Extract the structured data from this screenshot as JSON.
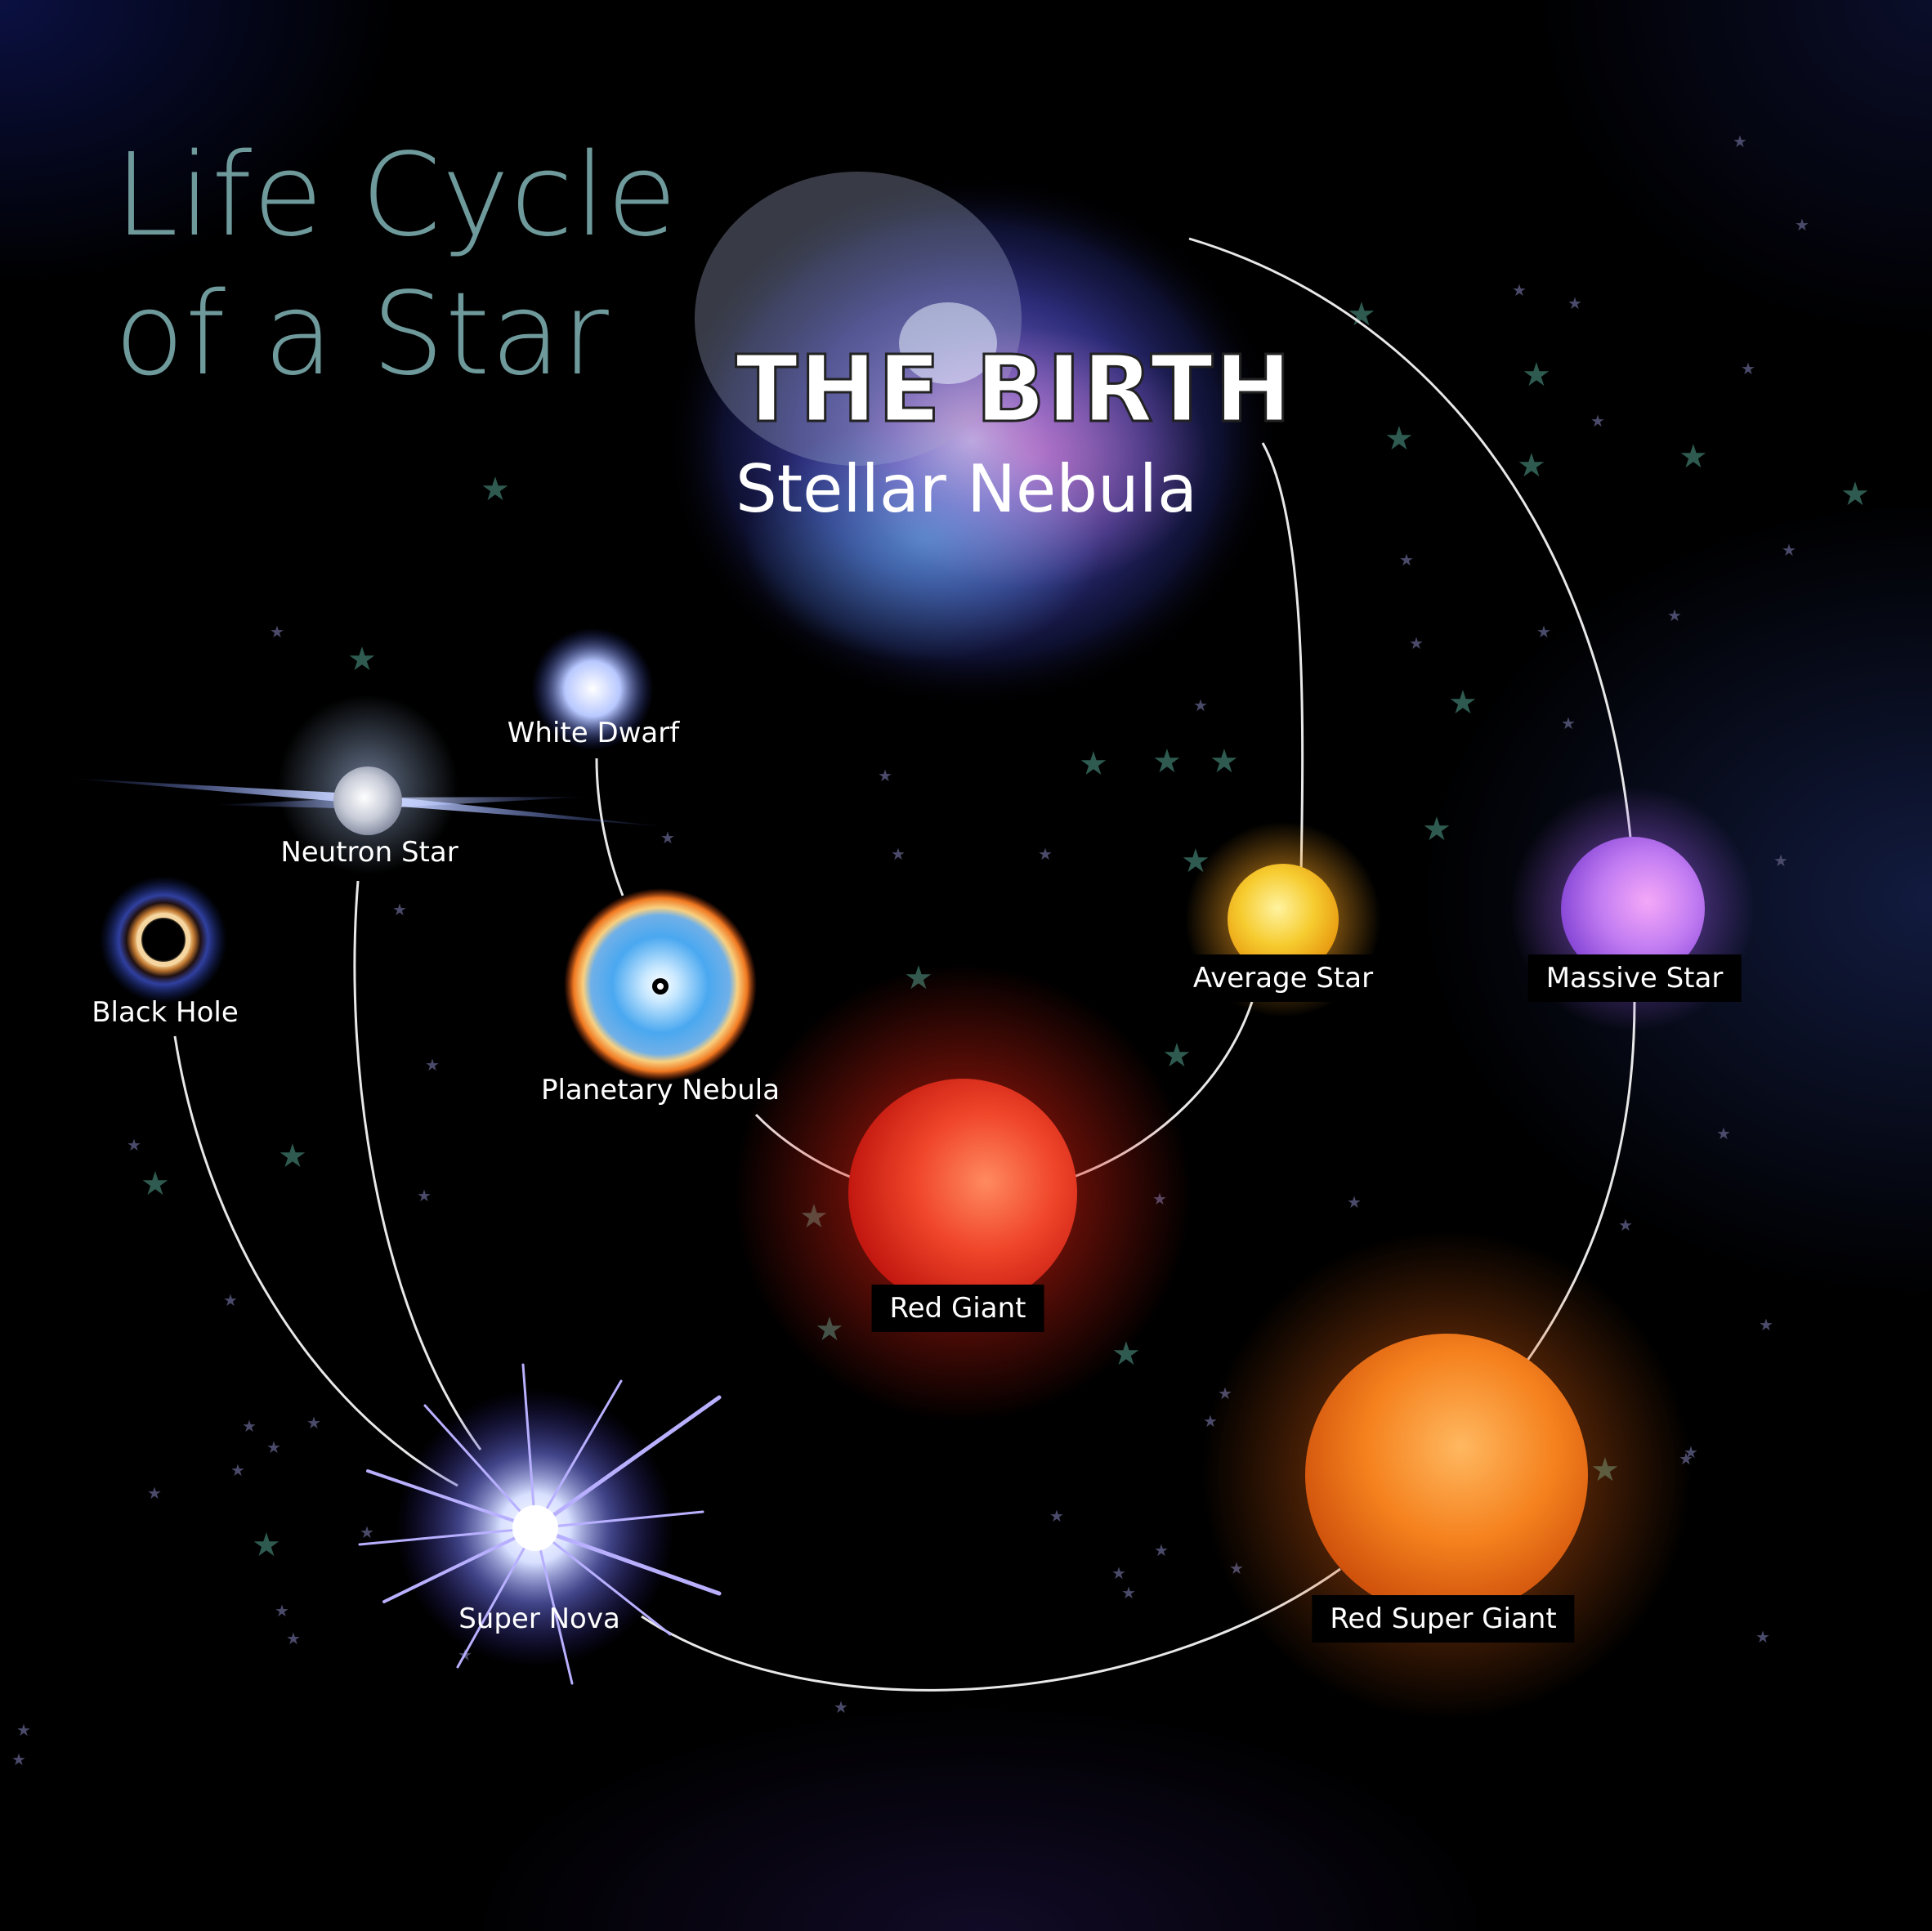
{
  "title": {
    "line1": "Life Cycle",
    "line2": "of a Star"
  },
  "birth": {
    "heading": "THE BIRTH",
    "subheading": "Stellar Nebula"
  },
  "stages": {
    "white_dwarf": "White Dwarf",
    "neutron_star": "Neutron Star",
    "black_hole": "Black Hole",
    "planetary_nebula": "Planetary Nebula",
    "average_star": "Average Star",
    "massive_star": "Massive Star",
    "red_giant": "Red Giant",
    "red_super_giant": "Red Super Giant",
    "super_nova": "Super Nova"
  },
  "colors": {
    "title": "#6f9a9c",
    "line": "#e8e8e8",
    "average_star": "#f3c22a",
    "massive_star": "#c07cf0",
    "red_giant": "#e8321c",
    "red_super_giant": "#f0781a",
    "white_dwarf": "#b8c8ff",
    "neutron_star": "#d8dde8",
    "nebula": "#6a4ab8"
  }
}
